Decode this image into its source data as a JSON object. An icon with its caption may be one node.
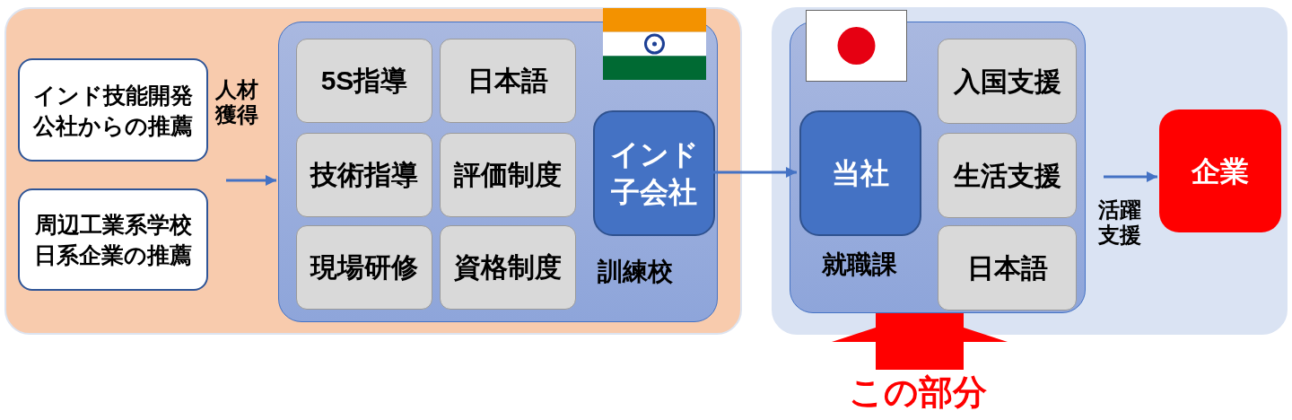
{
  "diagram": {
    "nodes": [
      {
        "text": [],
        "shape": "box"
      },
      {
        "text": [
          "インド技能開発公社からの推薦"
        ],
        "in": 0
      },
      {
        "text": [
          "周辺工業系学校日系企業の推薦"
        ],
        "in": 0
      },
      {
        "text": [
          "訓練校"
        ],
        "in": 0
      },
      {
        "text": [
          "5S指導"
        ],
        "in": 3
      },
      {
        "text": [
          "日本語"
        ],
        "in": 3
      },
      {
        "text": [
          "技術指導"
        ],
        "in": 3
      },
      {
        "text": [
          "評価制度"
        ],
        "in": 3
      },
      {
        "text": [
          "現場研修"
        ],
        "in": 3
      },
      {
        "text": [
          "資格制度"
        ],
        "in": 3
      },
      {
        "text": [
          "インド子会社"
        ],
        "in": 3
      },
      {
        "text": [],
        "shape": "box"
      },
      {
        "text": [
          "就職課"
        ],
        "in": 11
      },
      {
        "text": [
          "当社"
        ],
        "in": 12
      },
      {
        "text": [
          "入国支援"
        ],
        "in": 12
      },
      {
        "text": [
          "生活支援"
        ],
        "in": 12
      },
      {
        "text": [
          "日本語"
        ],
        "in": 12
      },
      {
        "text": [
          "企業"
        ],
        "in": 11
      },
      {
        "text": [
          "この部分"
        ]
      }
    ],
    "edges": [
      {
        "from": null,
        "to": 3,
        "arrow": "to",
        "label": "人材獲得"
      },
      {
        "from": 10,
        "to": 13,
        "arrow": "to"
      },
      {
        "from": null,
        "to": 17,
        "arrow": "to",
        "label": "活躍支援"
      },
      {
        "from": 18,
        "to": 12,
        "arrow": "to",
        "style": "thick",
        "color": "#ff0000"
      }
    ]
  }
}
